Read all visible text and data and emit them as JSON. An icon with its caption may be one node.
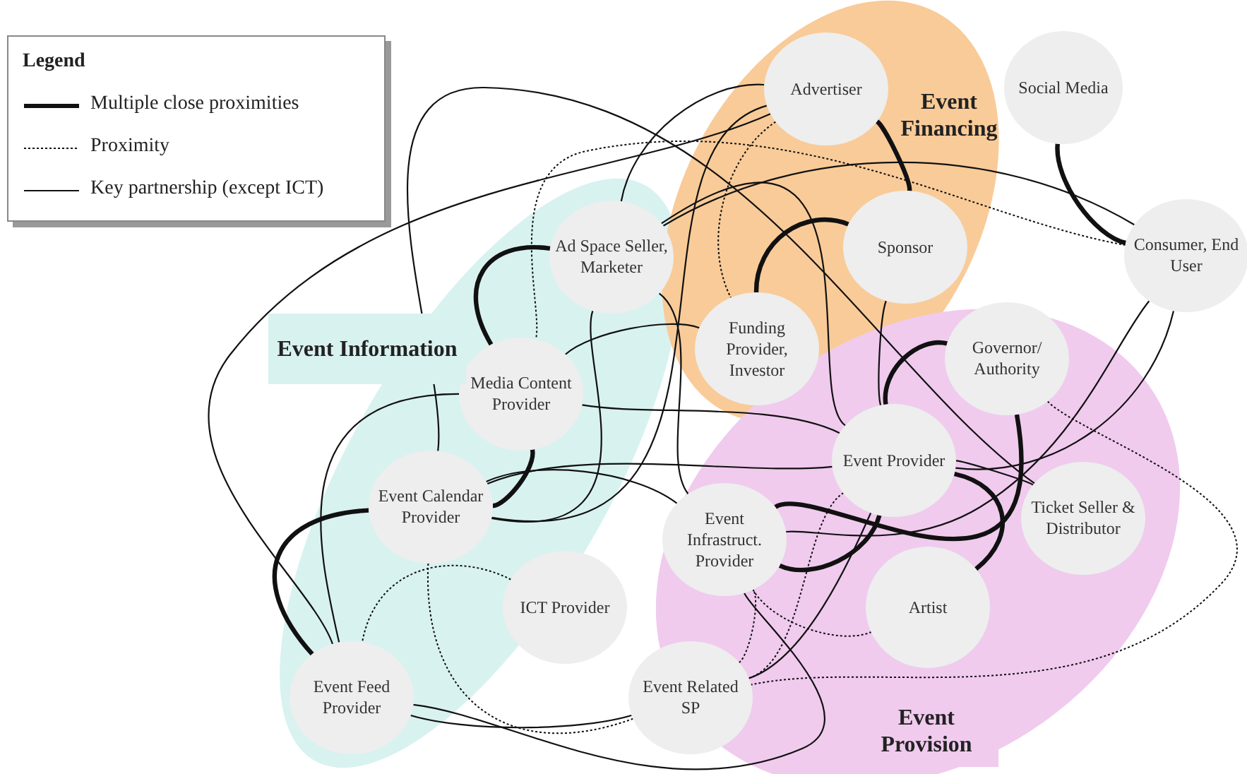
{
  "diagram": {
    "nodes": [
      {
        "text": [
          "Advertiser"
        ]
      },
      {
        "text": [
          "Social Media"
        ]
      },
      {
        "text": [
          "Ad Space Seller, Marketer"
        ]
      },
      {
        "text": [
          "Sponsor"
        ]
      },
      {
        "text": [
          "Consumer, End User"
        ]
      },
      {
        "text": [
          "Funding Provider, Investor"
        ]
      },
      {
        "text": [
          "Governor/ Authority"
        ]
      },
      {
        "text": [
          "Media Content Provider"
        ]
      },
      {
        "text": [
          "Event Provider"
        ]
      },
      {
        "text": [
          "Event Calendar Provider"
        ]
      },
      {
        "text": [
          "Event Infrastruct. Provider"
        ]
      },
      {
        "text": [
          "Ticket Seller & Distributor"
        ]
      },
      {
        "text": [
          "ICT Provider"
        ]
      },
      {
        "text": [
          "Artist"
        ]
      },
      {
        "text": [
          "Event Feed Provider"
        ]
      },
      {
        "text": [
          "Event Related SP"
        ]
      }
    ],
    "edges": [
      {
        "from": 0,
        "to": 3,
        "arrow": "none",
        "style": "thick"
      },
      {
        "from": 1,
        "to": 4,
        "arrow": "none",
        "style": "thick"
      },
      {
        "from": 2,
        "to": 7,
        "arrow": "none",
        "style": "thick"
      },
      {
        "from": 3,
        "to": 5,
        "arrow": "none",
        "style": "thick"
      },
      {
        "from": 6,
        "to": 8,
        "arrow": "none",
        "style": "thick"
      },
      {
        "from": 8,
        "to": 13,
        "arrow": "none",
        "style": "thick"
      },
      {
        "from": 10,
        "to": 8,
        "arrow": "none",
        "style": "thick"
      },
      {
        "from": 9,
        "to": 14,
        "arrow": "none",
        "style": "thick"
      },
      {
        "from": 6,
        "to": 10,
        "arrow": "none",
        "style": "thick"
      },
      {
        "from": 7,
        "to": 9,
        "arrow": "none",
        "style": "thick"
      },
      {
        "from": 0,
        "to": 9,
        "arrow": "none"
      },
      {
        "from": 0,
        "to": 2,
        "arrow": "none"
      },
      {
        "from": 0,
        "to": 14,
        "arrow": "none"
      },
      {
        "from": 2,
        "to": 4,
        "arrow": "none"
      },
      {
        "from": 2,
        "to": 8,
        "arrow": "none"
      },
      {
        "from": 2,
        "to": 10,
        "arrow": "none"
      },
      {
        "from": 2,
        "to": 9,
        "arrow": "none"
      },
      {
        "from": 0,
        "to": 5,
        "arrow": "none",
        "style": "dashed"
      },
      {
        "from": 4,
        "to": 7,
        "arrow": "none",
        "style": "dashed"
      },
      {
        "from": 5,
        "to": 7,
        "arrow": "none"
      },
      {
        "from": 3,
        "to": 8,
        "arrow": "none"
      },
      {
        "from": 4,
        "to": 10,
        "arrow": "none"
      },
      {
        "from": 4,
        "to": 8,
        "arrow": "none"
      },
      {
        "from": 6,
        "to": 15,
        "arrow": "none",
        "style": "dashed"
      },
      {
        "from": 7,
        "to": 8,
        "arrow": "none"
      },
      {
        "from": 9,
        "to": 8,
        "arrow": "none"
      },
      {
        "from": 9,
        "to": 10,
        "arrow": "none"
      },
      {
        "from": 8,
        "to": 11,
        "arrow": "none"
      },
      {
        "from": 11,
        "to": 9,
        "arrow": "none"
      },
      {
        "from": 9,
        "to": 15,
        "arrow": "none",
        "style": "dashed"
      },
      {
        "from": 12,
        "to": 14,
        "arrow": "none",
        "style": "dashed"
      },
      {
        "from": 14,
        "to": 10,
        "arrow": "none"
      },
      {
        "from": 14,
        "to": 15,
        "arrow": "none"
      },
      {
        "from": 15,
        "to": 8,
        "arrow": "none"
      },
      {
        "from": 15,
        "to": 10,
        "arrow": "none",
        "style": "dashed"
      },
      {
        "from": 15,
        "to": 8,
        "arrow": "none",
        "style": "dashed"
      },
      {
        "from": 10,
        "to": 13,
        "arrow": "none",
        "style": "dashed"
      },
      {
        "from": 7,
        "to": 14,
        "arrow": "none"
      }
    ],
    "labels": [
      "Legend",
      "Event Information",
      "Event Financing",
      "Event Provision"
    ],
    "legend": [
      {
        "text": "Multiple close proximities"
      },
      {
        "text": "Proximity"
      },
      {
        "text": "Key partnership (except ICT)"
      }
    ]
  }
}
